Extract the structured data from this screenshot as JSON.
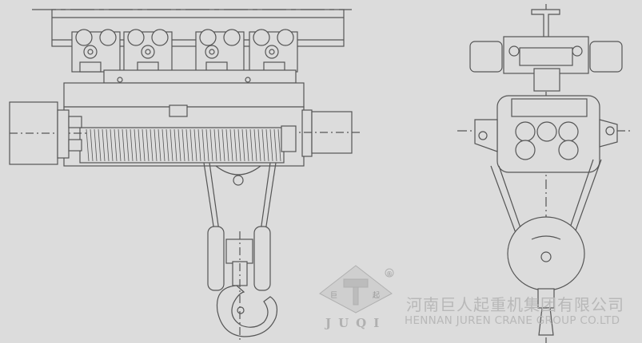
{
  "watermark": {
    "logo_text": "JUQI",
    "logo_chars": [
      "巨",
      "起"
    ],
    "registered_mark": "®",
    "company_cn": "河南巨人起重机集团有限公司",
    "company_en": "HENNAN JUREN CRANE GROUP CO.LTD",
    "color": "#b8b8b8"
  },
  "drawing": {
    "line_color": "#555555",
    "fill_color": "#dcdcdc",
    "views": [
      "front-elevation",
      "side-elevation"
    ]
  }
}
